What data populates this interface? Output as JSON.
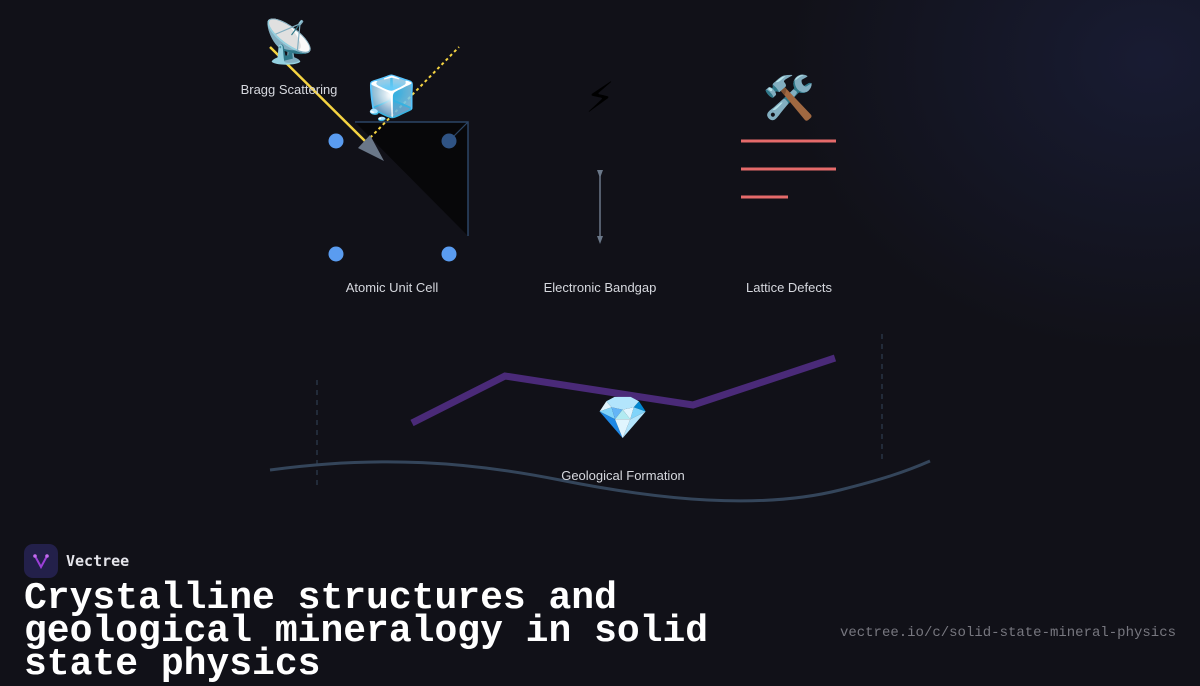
{
  "diagram": {
    "nodes": [
      {
        "id": "bragg",
        "label": "Bragg Scattering",
        "icon": "satellite-dish-icon",
        "glyph": "📡"
      },
      {
        "id": "unit_cell",
        "label": "Atomic Unit Cell",
        "icon": "ice-cube-icon",
        "glyph": "🧊"
      },
      {
        "id": "bandgap",
        "label": "Electronic Bandgap",
        "icon": "lightning-icon",
        "glyph": "⚡"
      },
      {
        "id": "defects",
        "label": "Lattice Defects",
        "icon": "hammer-wrench-icon",
        "glyph": "🛠️"
      },
      {
        "id": "geology",
        "label": "Geological Formation",
        "icon": "gem-icon",
        "glyph": "💎"
      }
    ],
    "colors": {
      "beam": "#f5d442",
      "atom": "#5a9cf0",
      "atom_dim": "#2f5384",
      "defect": "#e56a6a",
      "strata": "#4a2a78",
      "curve": "#34455a",
      "arrow": "#6a7788"
    }
  },
  "footer": {
    "brand": "Vectree",
    "title": "Crystalline structures and geological mineralogy in solid state physics",
    "url": "vectree.io/c/solid-state-mineral-physics"
  }
}
